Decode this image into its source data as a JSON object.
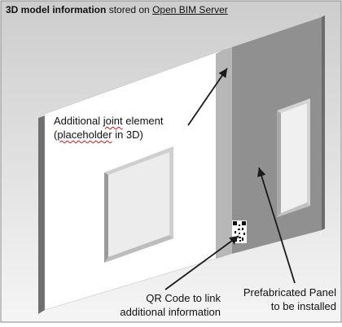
{
  "title": {
    "bold": "3D model information",
    "middle": "stored on",
    "link": "Open BIM Server"
  },
  "annotations": {
    "joint": {
      "line1_before": "Additional",
      "line1_squiggle": "joint",
      "line1_after": "element",
      "line2_open": "(",
      "line2_squiggle": "placeholder",
      "line2_after": "in 3D)"
    },
    "qr": {
      "line1": "QR Code to link",
      "line2": "additional information"
    },
    "panel": {
      "line1": "Prefabricated Panel",
      "line2": "to be installed"
    }
  },
  "colors": {
    "background_gradient_top": "#cfcfcf",
    "background_gradient_bottom": "#f4f4f4",
    "frame": "#8a8a8a",
    "white_panel_face": "#ffffff",
    "white_panel_side": "#6e6e6e",
    "gray_panel_face": "#8f8f8f",
    "window_recess": "#d9d9d9",
    "arrow": "#1a1a1a"
  },
  "icons": [
    "arrow",
    "qr-code"
  ]
}
